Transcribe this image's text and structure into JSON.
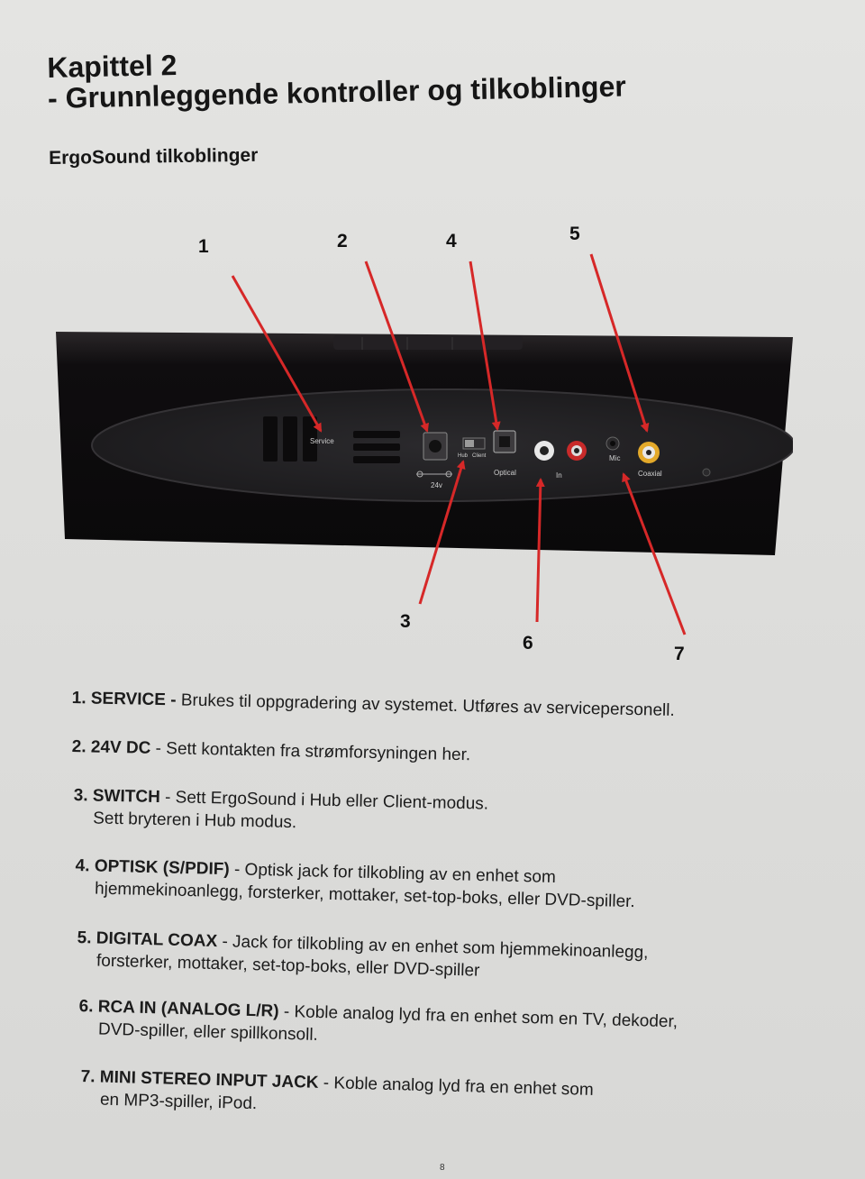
{
  "chapter": {
    "line1": "Kapittel 2",
    "line2": "- Grunnleggende kontroller og tilkoblinger"
  },
  "section_title": "ErgoSound tilkoblinger",
  "figure": {
    "port_labels": {
      "service": "Service",
      "power": "24v",
      "hub": "Hub",
      "client": "Client",
      "optical": "Optical",
      "in": "In",
      "mic": "Mic",
      "coaxial": "Coaxial"
    },
    "callouts": [
      "1",
      "2",
      "3",
      "4",
      "5",
      "6",
      "7"
    ]
  },
  "items": [
    {
      "num": "1.",
      "term": "SERVICE -",
      "text": " Brukes til oppgradering av systemet. Utføres av servicepersonell.",
      "line2": ""
    },
    {
      "num": "2.",
      "term": "24V DC",
      "text": " - Sett kontakten fra strømforsyningen her.",
      "line2": ""
    },
    {
      "num": "3.",
      "term": "SWITCH",
      "text": " - Sett ErgoSound i Hub eller Client-modus.",
      "line2": "Sett bryteren i Hub modus."
    },
    {
      "num": "4.",
      "term": "OPTISK (S/PDIF)",
      "text": " - Optisk jack for tilkobling av en enhet som",
      "line2": "hjemmekinoanlegg, forsterker, mottaker, set-top-boks, eller DVD-spiller."
    },
    {
      "num": "5.",
      "term": "DIGITAL COAX",
      "text": " - Jack for tilkobling av en enhet som hjemmekinoanlegg,",
      "line2": "forsterker, mottaker, set-top-boks, eller DVD-spiller"
    },
    {
      "num": "6.",
      "term": "RCA IN (ANALOG L/R)",
      "text": " - Koble analog lyd fra en enhet som en TV, dekoder,",
      "line2": "DVD-spiller, eller spillkonsoll."
    },
    {
      "num": "7.",
      "term": "MINI STEREO INPUT JACK",
      "text": " - Koble analog lyd fra en enhet som",
      "line2": "en MP3-spiller, iPod."
    }
  ],
  "page_number": "8",
  "colors": {
    "arrow": "#d62828",
    "device": "#141214",
    "paper": "#dededc"
  }
}
